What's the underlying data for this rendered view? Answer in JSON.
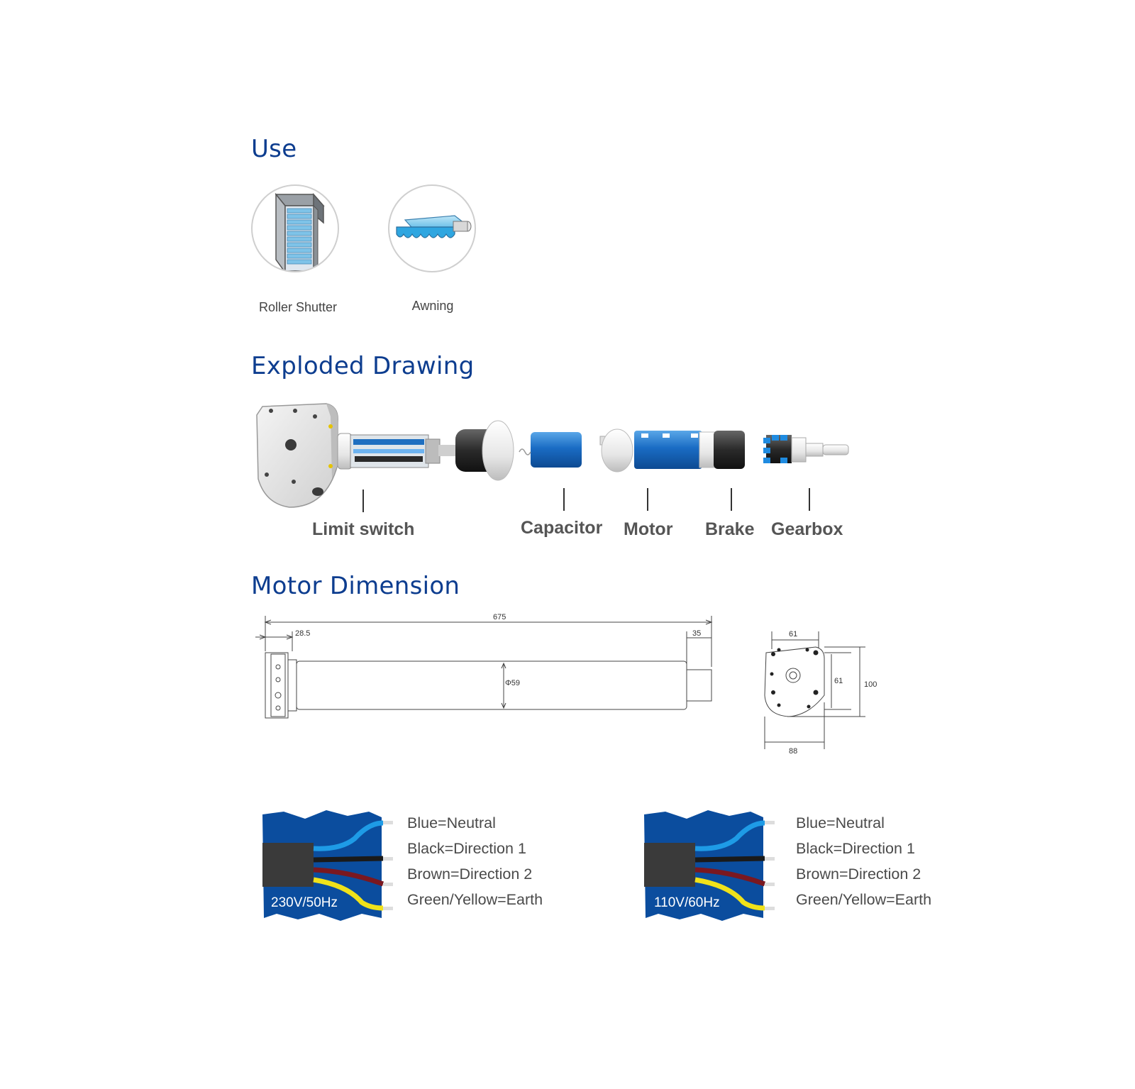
{
  "sections": {
    "use": "Use",
    "exploded": "Exploded Drawing",
    "dimension": "Motor Dimension"
  },
  "use_items": [
    {
      "label": "Roller Shutter",
      "icon": "roller-shutter-icon"
    },
    {
      "label": "Awning",
      "icon": "awning-icon"
    }
  ],
  "parts": [
    "Limit switch",
    "Capacitor",
    "Motor",
    "Brake",
    "Gearbox"
  ],
  "dimensions": {
    "total_length": "675",
    "head_length": "28.5",
    "shaft_length": "35",
    "diameter": "Φ59",
    "head_width_top": "61",
    "head_height_inner": "61",
    "head_height": "100",
    "head_width": "88"
  },
  "wiring": [
    {
      "voltage": "230V/50Hz",
      "legend": [
        "Blue=Neutral",
        "Black=Direction 1",
        "Brown=Direction 2",
        "Green/Yellow=Earth"
      ]
    },
    {
      "voltage": "110V/60Hz",
      "legend": [
        "Blue=Neutral",
        "Black=Direction 1",
        "Brown=Direction 2",
        "Green/Yellow=Earth"
      ]
    }
  ],
  "colors": {
    "title": "#0d3d8f",
    "panel_blue": "#0b4d9e",
    "wire_blue": "#1e9be6",
    "wire_black": "#222222",
    "wire_brown": "#7a1820",
    "wire_yellow": "#f0e21a",
    "part_blue": "#1f6fc0"
  }
}
